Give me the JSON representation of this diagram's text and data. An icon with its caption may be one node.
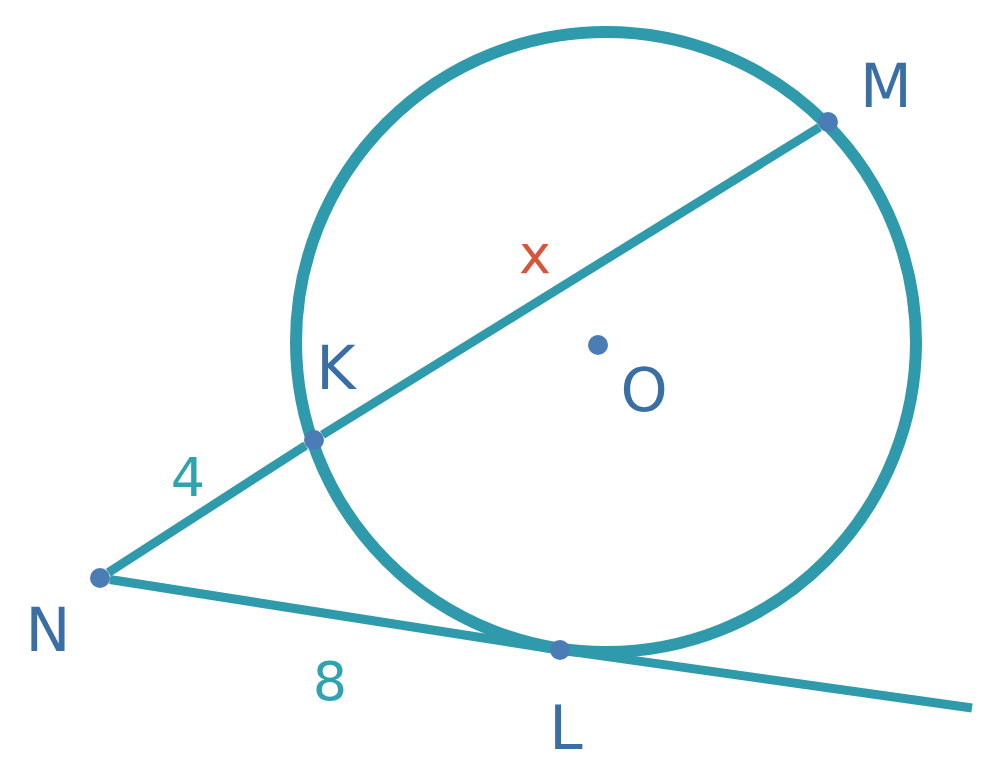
{
  "diagram": {
    "nodes": [
      {
        "text": [],
        "shape": "circle",
        "beside": [
          "M"
        ]
      },
      {
        "text": [],
        "shape": "circle",
        "beside": [
          "K"
        ]
      },
      {
        "text": [],
        "shape": "circle",
        "beside": [
          "O"
        ]
      },
      {
        "text": [],
        "shape": "circle",
        "beside": [
          "N"
        ]
      },
      {
        "text": [],
        "shape": "circle",
        "beside": [
          "L"
        ]
      }
    ],
    "edges": [
      {
        "from": 1,
        "to": 0,
        "arrow": "none",
        "label": "x"
      },
      {
        "from": 3,
        "to": 1,
        "arrow": "none",
        "label": "4"
      },
      {
        "from": 3,
        "to": 4,
        "arrow": "none",
        "label": "8"
      },
      {
        "from": 4,
        "to": null,
        "arrow": "none"
      }
    ]
  }
}
